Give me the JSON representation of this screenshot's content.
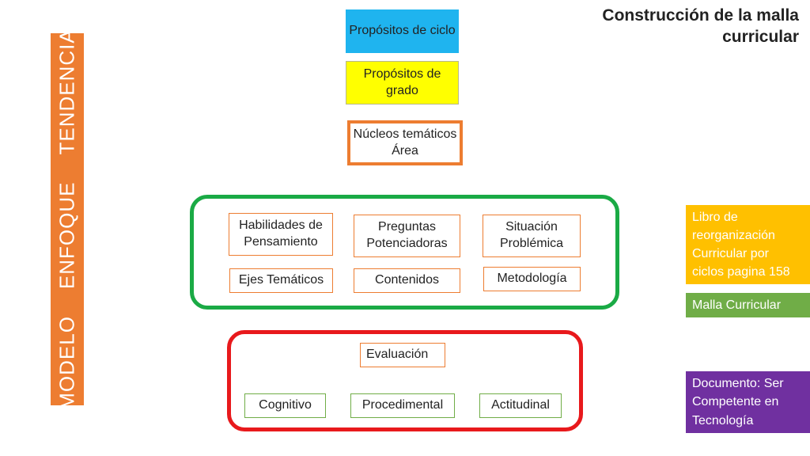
{
  "title": "Construcción de la malla curricular",
  "vertical_bar": {
    "words": [
      "MODELO",
      "ENFOQUE",
      "TENDENCIA"
    ],
    "color": "#ed7d31"
  },
  "top_boxes": {
    "propositos_ciclo": "Propósitos de ciclo",
    "propositos_grado": "Propósitos de grado",
    "nucleos": "Núcleos temáticos Área"
  },
  "green_group": {
    "habilidades": "Habilidades de Pensamiento",
    "preguntas": "Preguntas Potenciadoras",
    "situacion": "Situación Problémica",
    "ejes": "Ejes Temáticos",
    "contenidos": "Contenidos",
    "metodologia": "Metodología"
  },
  "red_group": {
    "evaluacion": "Evaluación",
    "cognitivo": "Cognitivo",
    "procedimental": "Procedimental",
    "actitudinal": "Actitudinal"
  },
  "side_notes": {
    "libro": "Libro de reorganización Curricular por ciclos pagina 158",
    "malla": "Malla Curricular",
    "documento": "Documento: Ser Competente en Tecnología"
  },
  "colors": {
    "blue": "#1fb4ef",
    "yellow": "#ffff00",
    "orange": "#ed7d31",
    "green": "#1aaa45",
    "red": "#e8191c",
    "gold": "#ffc000",
    "olive_green": "#70ad47",
    "purple": "#7030a0"
  }
}
